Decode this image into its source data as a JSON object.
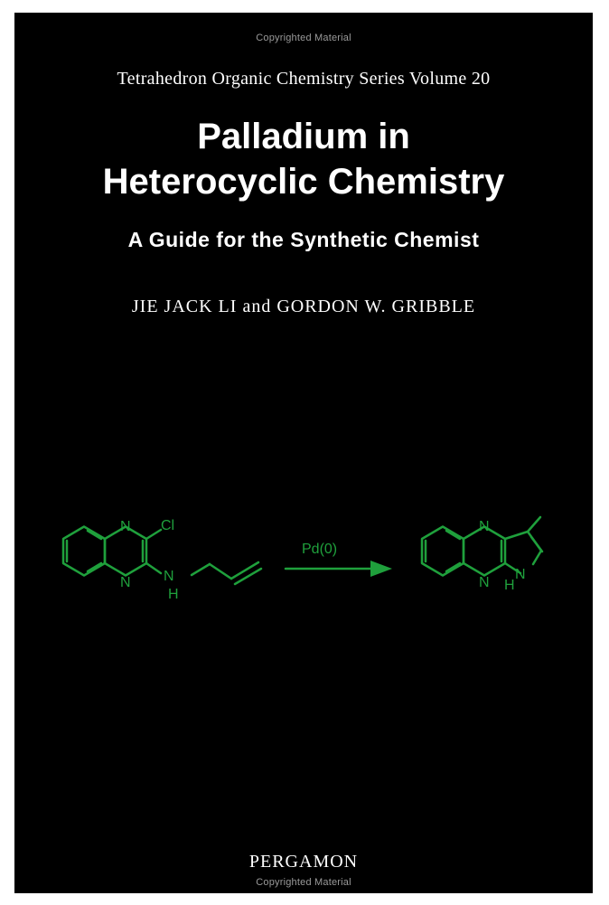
{
  "watermark": {
    "top": "Copyrighted Material",
    "bottom": "Copyrighted Material"
  },
  "series": "Tetrahedron Organic Chemistry Series Volume 20",
  "title": {
    "line1": "Palladium in",
    "line2": "Heterocyclic Chemistry"
  },
  "subtitle": "A Guide for the Synthetic Chemist",
  "authors": "JIE JACK LI and GORDON W. GRIBBLE",
  "publisher": "PERGAMON",
  "scheme": {
    "reagent": "Pd(0)",
    "left_labels": {
      "n_top": "N",
      "cl": "Cl",
      "n_bottom": "N",
      "nh_n": "N",
      "nh_h": "H"
    },
    "right_labels": {
      "n_top": "N",
      "n_bottom": "N",
      "nh_n": "N",
      "nh_h": "H"
    }
  },
  "colors": {
    "background": "#000000",
    "text": "#ffffff",
    "scheme": "#1fa03c"
  }
}
